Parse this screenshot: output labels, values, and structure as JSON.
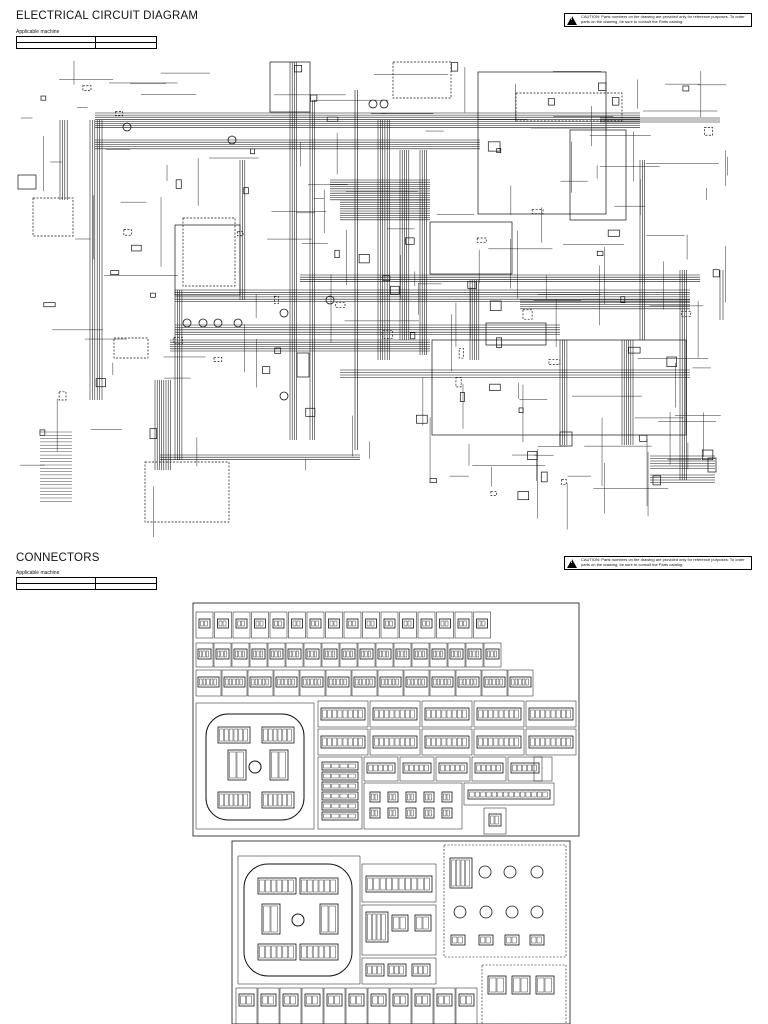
{
  "section1": {
    "title": "ELECTRICAL CIRCUIT DIAGRAM",
    "applicable_label": "Applicable machine",
    "applicable_rows": [
      [
        "",
        ""
      ],
      [
        "",
        ""
      ]
    ]
  },
  "section2": {
    "title": "CONNECTORS",
    "applicable_label": "Applicable machine",
    "applicable_rows": [
      [
        "",
        ""
      ],
      [
        "",
        ""
      ]
    ]
  },
  "caution_text": "CAUTION: Parts numbers on the drawing are provided only for reference purposes. To order parts on the drawing, be sure to consult the Parts catalog.",
  "colors": {
    "ink": "#111111",
    "paper": "#ffffff"
  }
}
